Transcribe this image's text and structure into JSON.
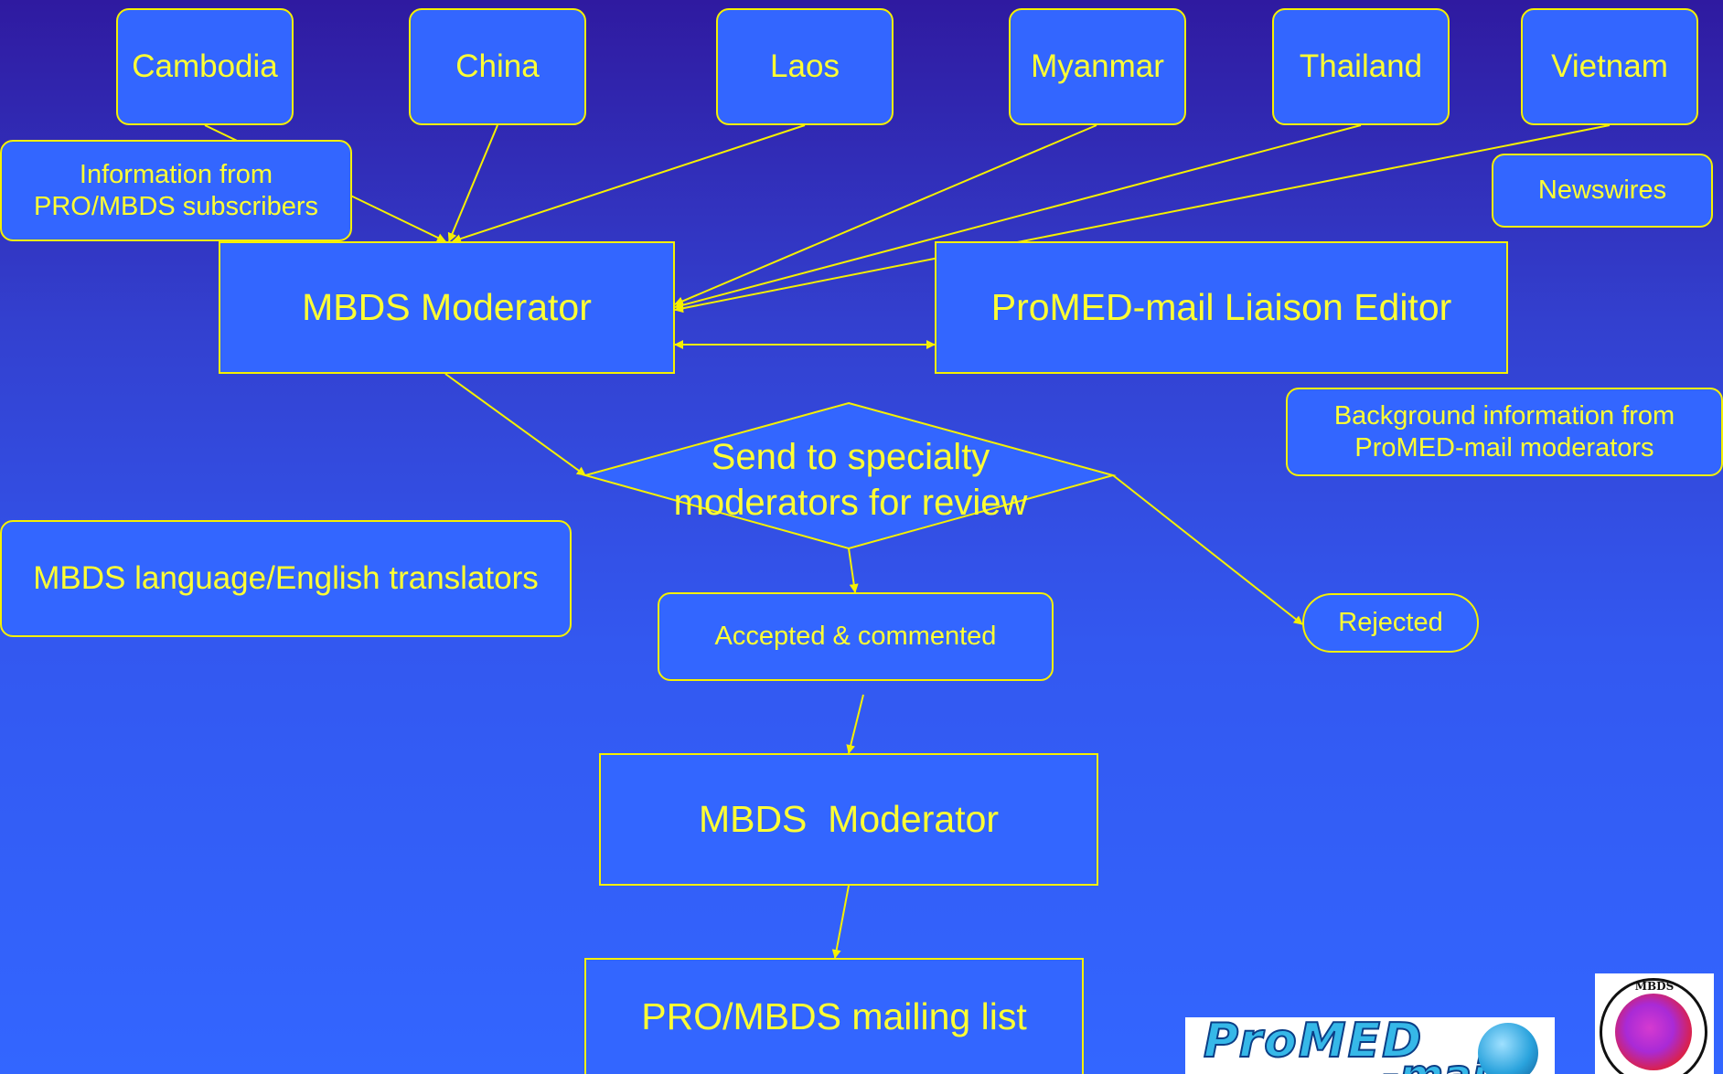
{
  "countries": [
    "Cambodia",
    "China",
    "Laos",
    "Myanmar",
    "Thailand",
    "Vietnam"
  ],
  "nodes": {
    "info_subscribers": "Information from\nPRO/MBDS subscribers",
    "newswires": "Newswires",
    "mbds_moderator_top": "MBDS Moderator",
    "liaison_editor": "ProMED-mail Liaison Editor",
    "background_info": "Background information from\nProMED-mail moderators",
    "decision": "Send to specialty\nmoderators for review",
    "translators": "MBDS language/English translators",
    "accepted": "Accepted & commented",
    "rejected": "Rejected",
    "mbds_moderator_bottom": "MBDS  Moderator",
    "mailing_list": "PRO/MBDS mailing list"
  },
  "logos": {
    "promed_word": "ProMED",
    "promed_sub": "-mail",
    "mbds": "MBDS"
  },
  "colors": {
    "node_fill": "#3366ff",
    "stroke": "#f5f000",
    "text": "#ffff33"
  }
}
